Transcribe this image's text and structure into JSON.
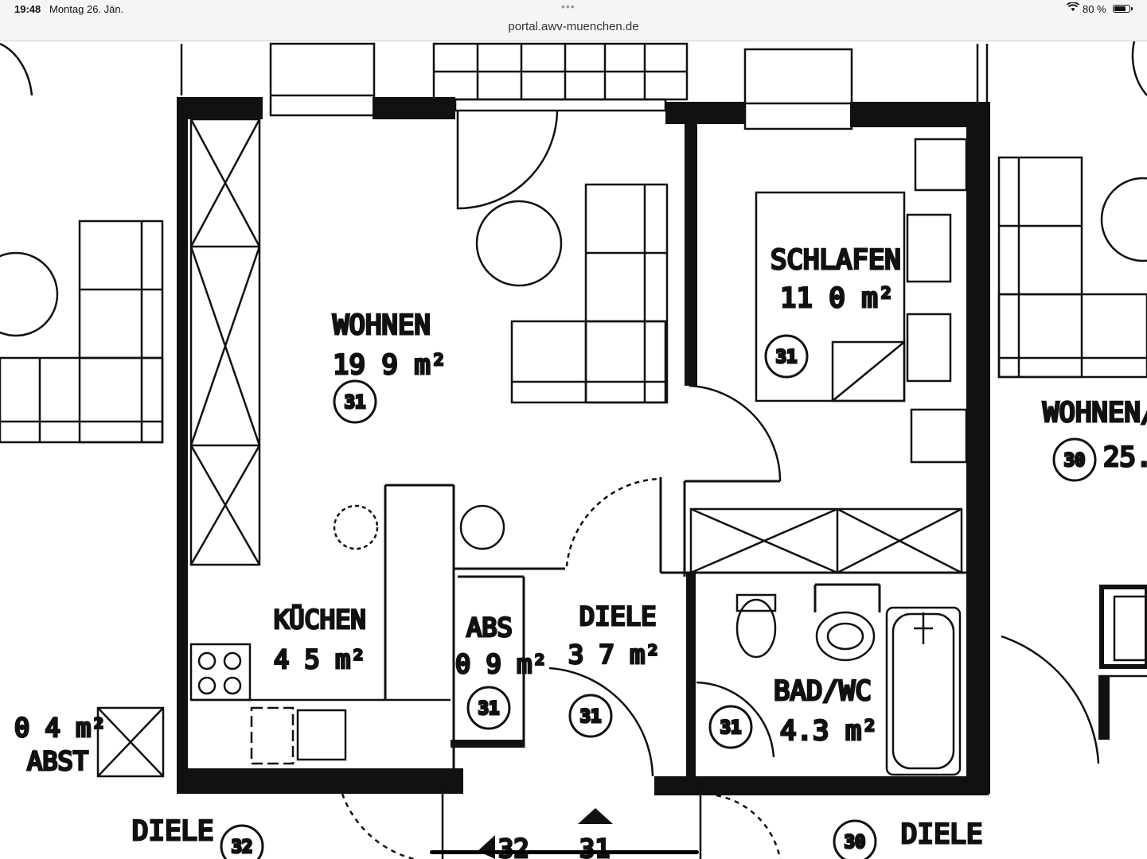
{
  "status_bar": {
    "time": "19:48",
    "date": "Montag 26. Jän.",
    "battery": "80 %",
    "battery_level": 0.8
  },
  "browser": {
    "url": "portal.awv-muenchen.de"
  },
  "floorplan": {
    "rooms": [
      {
        "name": "WOHNEN",
        "area": "19 9  m²",
        "tag": "31"
      },
      {
        "name": "SCHLAFEN",
        "area": "11 0  m²",
        "tag": "31"
      },
      {
        "name": "KÜCHEN",
        "area": "4 5  m²"
      },
      {
        "name": "ABS",
        "area": "0 9  m²",
        "tag": "31"
      },
      {
        "name": "DIELE",
        "area": "3 7  m²",
        "tag": "31"
      },
      {
        "name": "BAD/WC",
        "area": "4.3  m²",
        "tag": "31"
      }
    ],
    "neighbors": {
      "right_room": "WOHNEN/",
      "right_tag": "30",
      "right_area": "25.",
      "left_small_area": "0 4  m²",
      "left_small_name": "ABST",
      "bottom_left_name": "DIELE",
      "bottom_left_tag": "32",
      "bottom_right_name": "DIELE",
      "bottom_right_tag": "30",
      "bottom_center_left": "32",
      "bottom_center_right": "31"
    }
  }
}
